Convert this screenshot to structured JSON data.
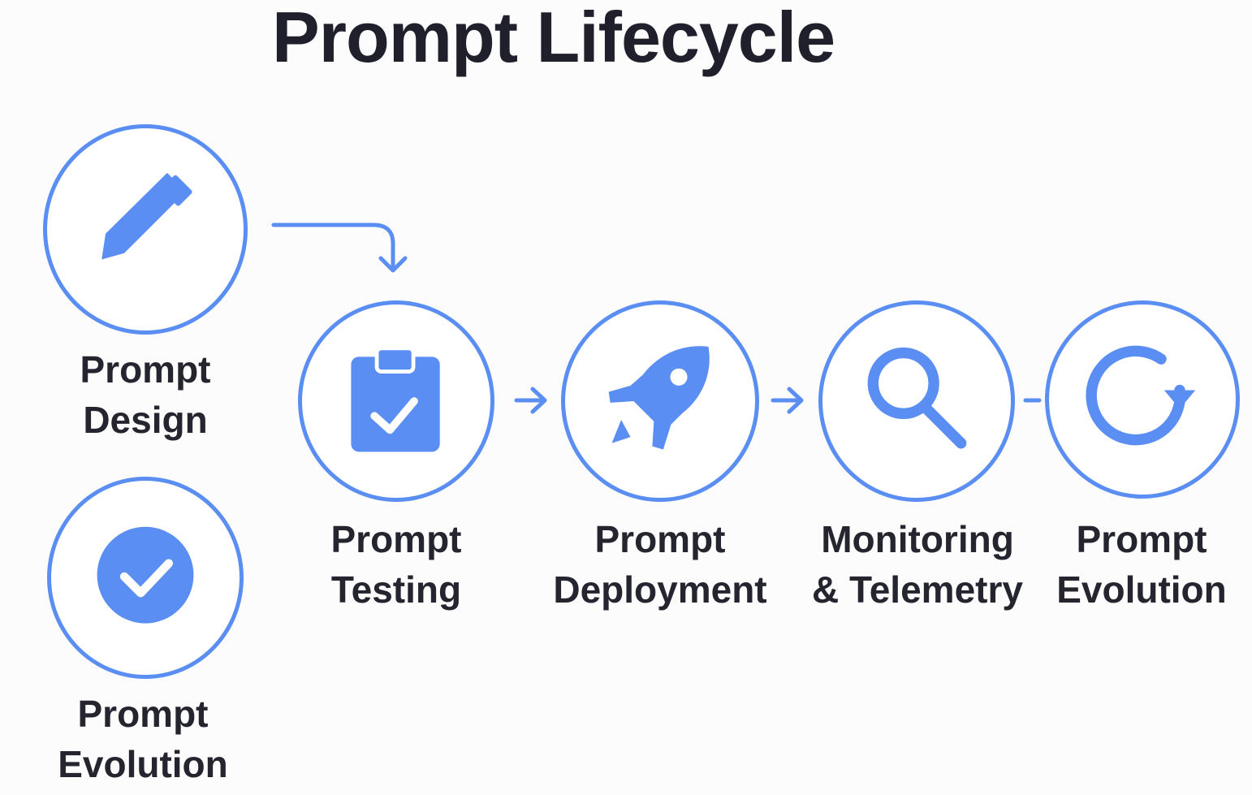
{
  "title": "Prompt Lifecycle",
  "accent_color": "#5a8ef2",
  "nodes": [
    {
      "id": "design",
      "icon": "pencil-icon",
      "label_line1": "Prompt",
      "label_line2": "Design"
    },
    {
      "id": "evolution-left",
      "icon": "check-circle-icon",
      "label_line1": "Prompt",
      "label_line2": "Evolution"
    },
    {
      "id": "testing",
      "icon": "clipboard-check-icon",
      "label_line1": "Prompt",
      "label_line2": "Testing"
    },
    {
      "id": "deployment",
      "icon": "rocket-icon",
      "label_line1": "Prompt",
      "label_line2": "Deployment"
    },
    {
      "id": "monitoring",
      "icon": "magnifier-icon",
      "label_line1": "Monitoring",
      "label_line2": "& Telemetry"
    },
    {
      "id": "evolution-right",
      "icon": "refresh-icon",
      "label_line1": "Prompt",
      "label_line2": "Evolution"
    }
  ]
}
